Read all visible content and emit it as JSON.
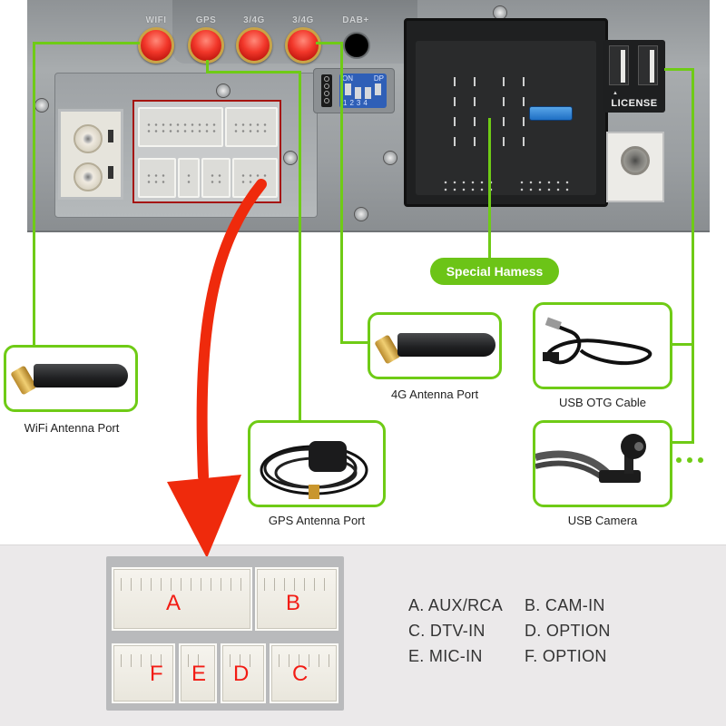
{
  "device_panel": {
    "antenna_ports": [
      {
        "label": "WIFI",
        "color": "#f2372a"
      },
      {
        "label": "GPS",
        "color": "#f2372a"
      },
      {
        "label": "3/4G",
        "color": "#f2372a"
      },
      {
        "label": "3/4G",
        "color": "#f2372a"
      }
    ],
    "dab_label": "DAB+",
    "dip_switch": {
      "on_label": "ON",
      "dp_label": "DP",
      "numbers": "1234"
    },
    "license_label": "LICENSE"
  },
  "harness_badge": {
    "label": "Special Hamess",
    "color": "#6cc417"
  },
  "callouts": [
    {
      "id": "wifi",
      "caption": "WiFi Antenna Port"
    },
    {
      "id": "gps",
      "caption": "GPS Antenna Port"
    },
    {
      "id": "4g",
      "caption": "4G Antenna Port"
    },
    {
      "id": "usb-otg",
      "caption": "USB OTG Cable"
    },
    {
      "id": "usb-camera",
      "caption": "USB Camera"
    }
  ],
  "accent_color": "#6fcb16",
  "arrow_color": "#ef2a0c",
  "connector_letters": [
    "A",
    "B",
    "F",
    "E",
    "D",
    "C"
  ],
  "legend": [
    {
      "key": "A",
      "text": "A. AUX/RCA"
    },
    {
      "key": "B",
      "text": "B. CAM-IN"
    },
    {
      "key": "C",
      "text": "C. DTV-IN"
    },
    {
      "key": "D",
      "text": "D. OPTION"
    },
    {
      "key": "E",
      "text": "E. MIC-IN"
    },
    {
      "key": "F",
      "text": "F. OPTION"
    }
  ]
}
